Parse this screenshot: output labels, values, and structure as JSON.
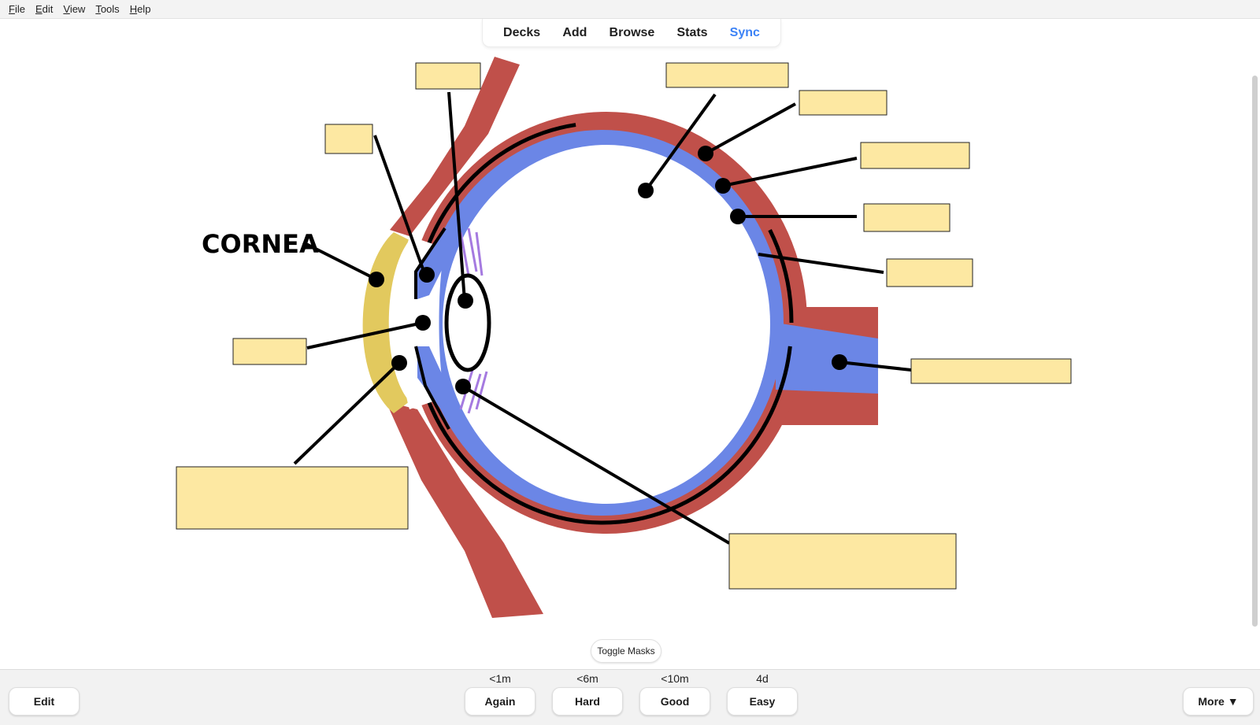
{
  "menu": {
    "items": [
      {
        "key": "F",
        "rest": "ile"
      },
      {
        "key": "E",
        "rest": "dit"
      },
      {
        "key": "V",
        "rest": "iew"
      },
      {
        "key": "T",
        "rest": "ools"
      },
      {
        "key": "H",
        "rest": "elp"
      }
    ]
  },
  "nav": {
    "decks": "Decks",
    "add": "Add",
    "browse": "Browse",
    "stats": "Stats",
    "sync": "Sync"
  },
  "diagram": {
    "cornea_label": "CORNEA",
    "colors": {
      "sclera": "#c0504a",
      "choroid_retina": "#6b86e6",
      "cornea": "#e2c95e",
      "mask_fill": "#fde8a2",
      "ciliary": "#a57ae0",
      "outline": "#000000"
    },
    "masks_count": 11
  },
  "toggle_masks": "Toggle Masks",
  "bottom": {
    "edit": "Edit",
    "more": "More ▼",
    "answers": [
      {
        "interval": "<1m",
        "label": "Again"
      },
      {
        "interval": "<6m",
        "label": "Hard"
      },
      {
        "interval": "<10m",
        "label": "Good"
      },
      {
        "interval": "4d",
        "label": "Easy"
      }
    ]
  }
}
